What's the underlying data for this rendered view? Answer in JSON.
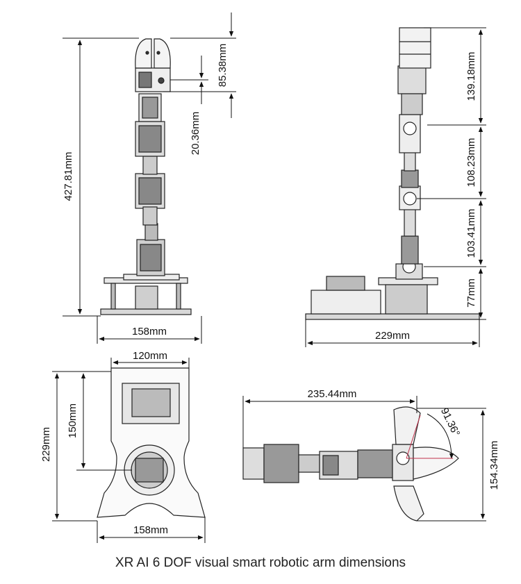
{
  "caption": "XR AI 6 DOF visual smart robotic arm dimensions",
  "front_view": {
    "total_height": "427.81mm",
    "gripper_height": "85.38mm",
    "wrist_offset": "20.36mm",
    "base_width": "158mm"
  },
  "side_view": {
    "upper_segment": "139.18mm",
    "forearm": "108.23mm",
    "upper_arm": "103.41mm",
    "base_height": "77mm",
    "base_depth": "229mm"
  },
  "top_view": {
    "board_width": "120mm",
    "board_length": "150mm",
    "total_length": "229mm",
    "base_width": "158mm"
  },
  "extended_view": {
    "reach": "235.44mm",
    "gripper_angle": "91.36°",
    "gripper_span": "154.34mm"
  }
}
